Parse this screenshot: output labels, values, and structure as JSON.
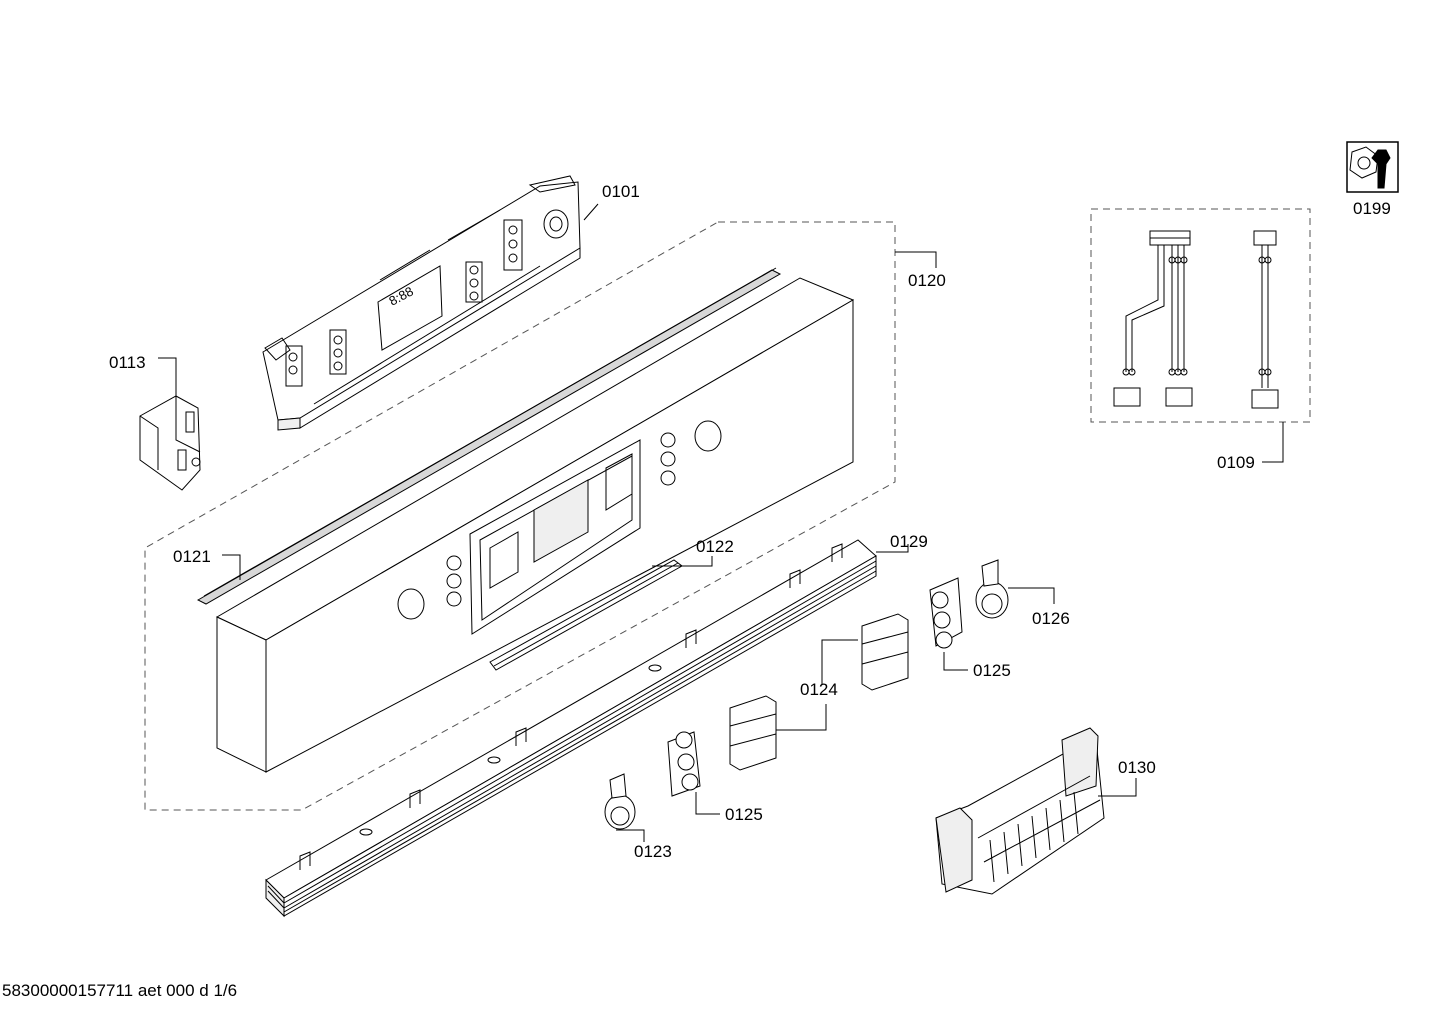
{
  "callouts": {
    "c0101": "0101",
    "c0120": "0120",
    "c0113": "0113",
    "c0109": "0109",
    "c0199": "0199",
    "c0121": "0121",
    "c0122": "0122",
    "c0129": "0129",
    "c0126": "0126",
    "c0125a": "0125",
    "c0124": "0124",
    "c0125b": "0125",
    "c0123": "0123",
    "c0130": "0130"
  },
  "panel_display": {
    "digits": "8:88"
  },
  "icons": {
    "service_tool": "wrench-nut-icon"
  },
  "footer": {
    "document_id": "58300000157711 aet 000 d 1/6"
  }
}
